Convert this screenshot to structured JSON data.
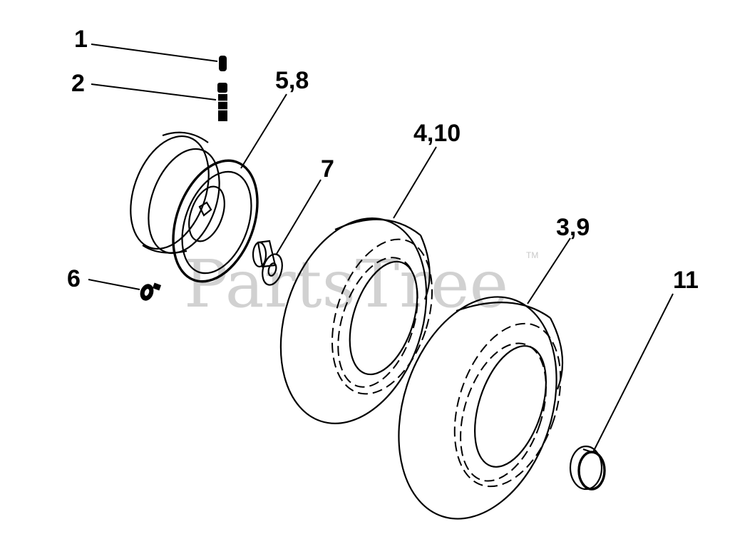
{
  "callouts": {
    "c1": "1",
    "c2": "2",
    "c58": "5,8",
    "c410": "4,10",
    "c7": "7",
    "c6": "6",
    "c39": "3,9",
    "c11": "11"
  },
  "watermark": {
    "text": "PartsTree",
    "trademark": "TM"
  },
  "colors": {
    "line": "#000000",
    "watermark": "#c9c9c9",
    "background": "#ffffff"
  }
}
